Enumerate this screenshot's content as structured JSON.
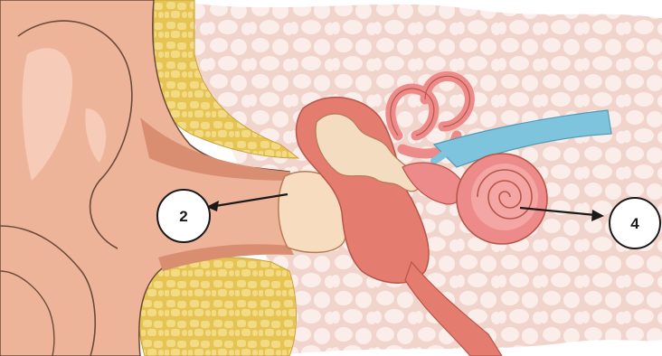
{
  "colors": {
    "skin": "#eeb49a",
    "skin_shadow": "#d98e72",
    "skin_highlight": "#f6cbb7",
    "tissue_bg": "#f1d4cc",
    "tissue_cells": "#fbeeea",
    "bone_yellow": "#f0d77a",
    "bone_cells": "#f7e7a8",
    "cartilage_line": "#d9b88a",
    "eardrum": "#f7dcbf",
    "middle_ear_red": "#e47c6f",
    "ossicles": "#f4dcc0",
    "cochlea": "#ec8b8a",
    "cochlea_light": "#f3a6a4",
    "nerve_blue": "#7fc4dd",
    "arrow": "#1a1a1a"
  },
  "diagram": {
    "subject": "ear-anatomy-cross-section",
    "callouts": [
      {
        "id": "callout-2",
        "label": "2",
        "target": "eardrum"
      },
      {
        "id": "callout-4",
        "label": "4",
        "target": "cochlea"
      }
    ]
  }
}
